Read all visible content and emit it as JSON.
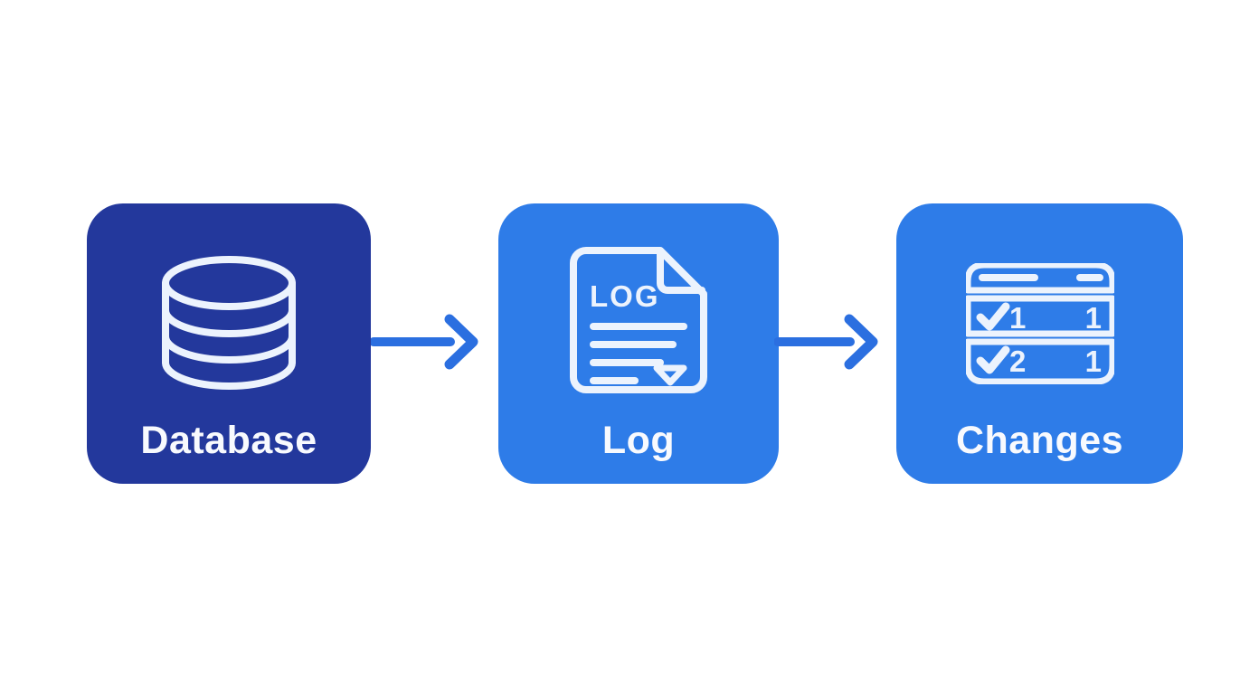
{
  "diagram": {
    "nodes": [
      {
        "id": "database",
        "label": "Database",
        "icon": "database-icon"
      },
      {
        "id": "log",
        "label": "Log",
        "icon": "log-document-icon",
        "doc_title": "LOG"
      },
      {
        "id": "changes",
        "label": "Changes",
        "icon": "changes-table-icon",
        "table": {
          "rows": [
            {
              "check": "✓",
              "seq": "1",
              "value": "1"
            },
            {
              "check": "✓",
              "seq": "2",
              "value": "1"
            }
          ]
        }
      }
    ],
    "connectors": [
      {
        "from": "Database",
        "to": "Log",
        "type": "arrow-right"
      },
      {
        "from": "Log",
        "to": "Changes",
        "type": "arrow-right"
      }
    ],
    "colors": {
      "database_box": "#23389C",
      "log_box": "#2E7CE8",
      "changes_box": "#2E7CE8",
      "arrow": "#2B6FE0",
      "icon_stroke": "#ECF3FD",
      "label_text": "#F8FAFE",
      "background": "#FFFFFF"
    }
  }
}
